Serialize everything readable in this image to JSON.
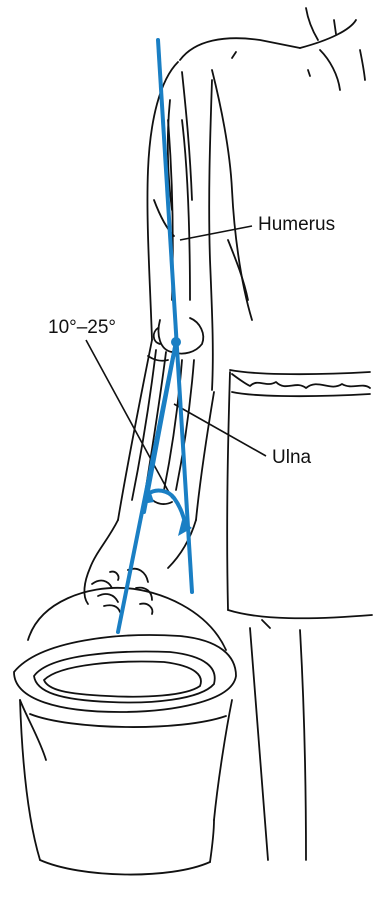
{
  "labels": {
    "humerus": "Humerus",
    "carrying_angle": "10°–25°",
    "ulna": "Ulna"
  },
  "colors": {
    "axis_lines": "#1a7fc4",
    "line_art": "#111111",
    "background": "#ffffff"
  }
}
